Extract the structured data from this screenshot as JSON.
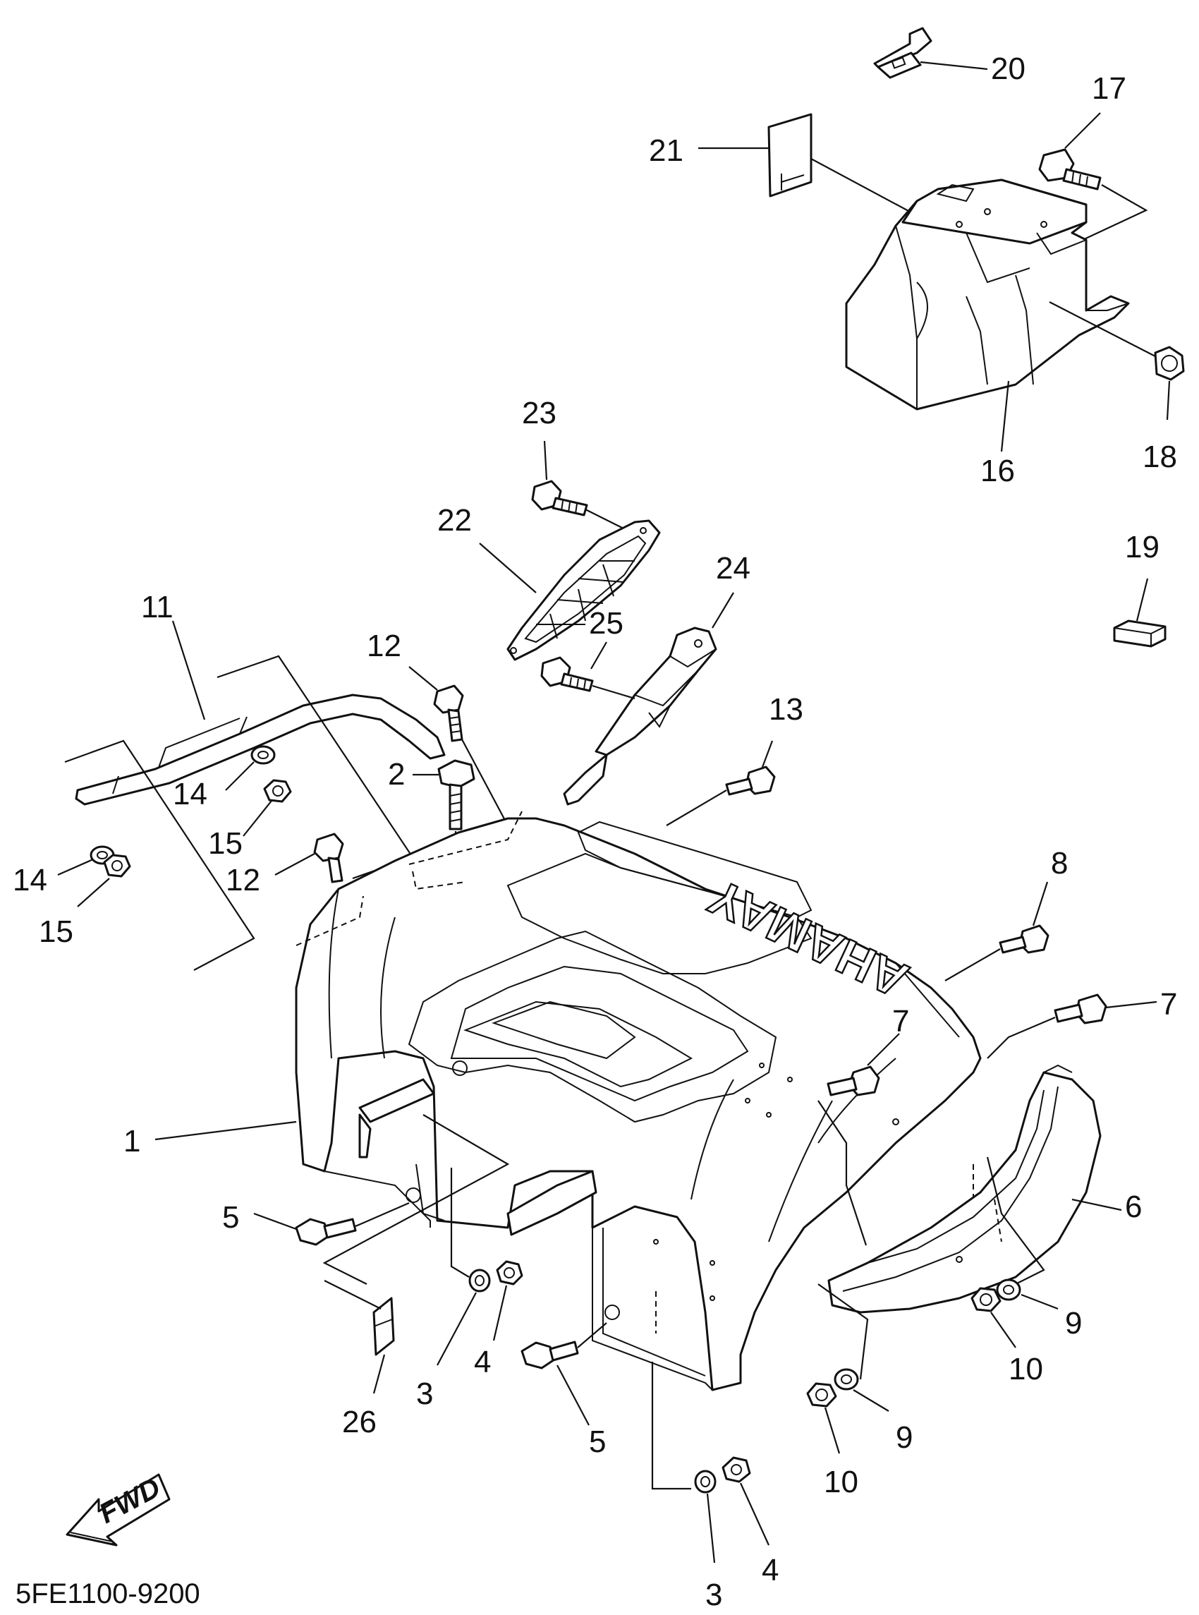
{
  "diagram": {
    "catalog_code": "5FE1100-9200",
    "fwd_label": "FWD",
    "brand_text": "YAMAHA",
    "callouts": [
      {
        "id": "c20",
        "text": "20"
      },
      {
        "id": "c17",
        "text": "17"
      },
      {
        "id": "c21",
        "text": "21"
      },
      {
        "id": "c16",
        "text": "16"
      },
      {
        "id": "c18",
        "text": "18"
      },
      {
        "id": "c23",
        "text": "23"
      },
      {
        "id": "c22",
        "text": "22"
      },
      {
        "id": "c24",
        "text": "24"
      },
      {
        "id": "c25",
        "text": "25"
      },
      {
        "id": "c19",
        "text": "19"
      },
      {
        "id": "c11",
        "text": "11"
      },
      {
        "id": "c12a",
        "text": "12"
      },
      {
        "id": "c13",
        "text": "13"
      },
      {
        "id": "c2",
        "text": "2"
      },
      {
        "id": "c14a",
        "text": "14"
      },
      {
        "id": "c15a",
        "text": "15"
      },
      {
        "id": "c14b",
        "text": "14"
      },
      {
        "id": "c15b",
        "text": "15"
      },
      {
        "id": "c12b",
        "text": "12"
      },
      {
        "id": "c8",
        "text": "8"
      },
      {
        "id": "c7a",
        "text": "7"
      },
      {
        "id": "c7b",
        "text": "7"
      },
      {
        "id": "c1",
        "text": "1"
      },
      {
        "id": "c6",
        "text": "6"
      },
      {
        "id": "c5a",
        "text": "5"
      },
      {
        "id": "c9a",
        "text": "9"
      },
      {
        "id": "c10a",
        "text": "10"
      },
      {
        "id": "c3a",
        "text": "3"
      },
      {
        "id": "c4a",
        "text": "4"
      },
      {
        "id": "c26",
        "text": "26"
      },
      {
        "id": "c5b",
        "text": "5"
      },
      {
        "id": "c9b",
        "text": "9"
      },
      {
        "id": "c10b",
        "text": "10"
      },
      {
        "id": "c4b",
        "text": "4"
      },
      {
        "id": "c3b",
        "text": "3"
      }
    ]
  }
}
